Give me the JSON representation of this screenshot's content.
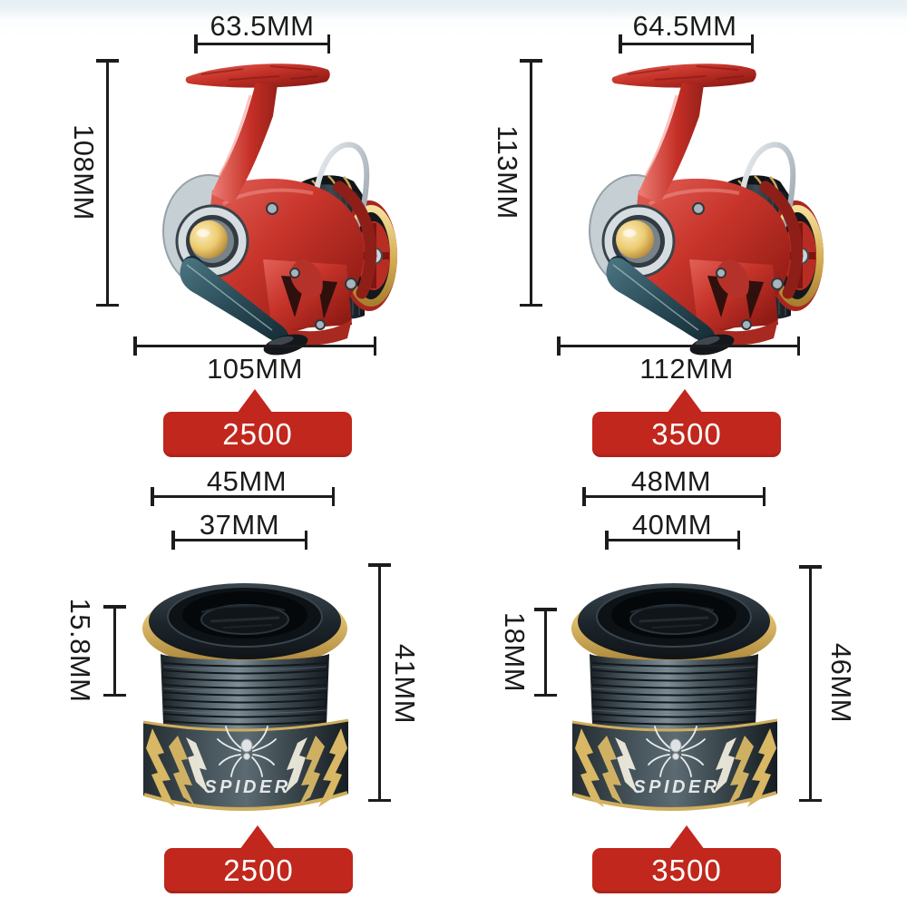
{
  "colors": {
    "badge_red": "#c1271c",
    "badge_text": "#ffffff",
    "dimension_line": "#1c1c1c",
    "label_text": "#1b1b1b",
    "brand_text": "#e4e7e9",
    "reel_red": "#c8352b",
    "gold_accent": "#d8b765",
    "background_top": "#e7f0f5"
  },
  "reel_2500": {
    "model": "2500",
    "knob_width": "63.5MM",
    "height": "108MM",
    "body_width": "105MM"
  },
  "reel_3500": {
    "model": "3500",
    "knob_width": "64.5MM",
    "height": "113MM",
    "body_width": "112MM"
  },
  "spool_2500": {
    "model": "2500",
    "brand": "SPIDER",
    "outer_width": "45MM",
    "inner_width": "37MM",
    "lip_height": "15.8MM",
    "height": "41MM"
  },
  "spool_3500": {
    "model": "3500",
    "brand": "SPIDER",
    "outer_width": "48MM",
    "inner_width": "40MM",
    "lip_height": "18MM",
    "height": "46MM"
  }
}
